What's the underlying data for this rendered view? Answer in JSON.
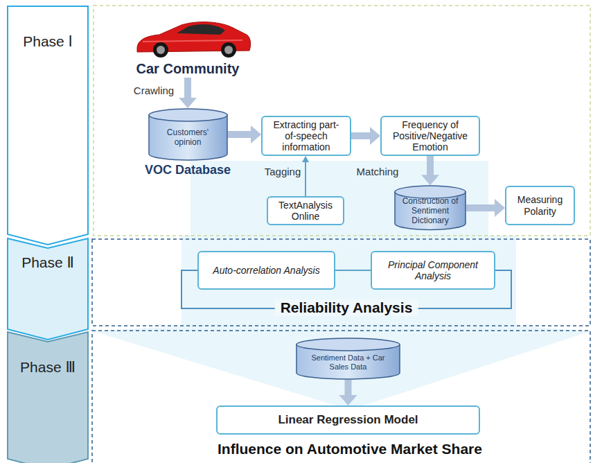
{
  "diagram": {
    "nodes": [
      {
        "text": [
          "Phase Ⅰ"
        ]
      },
      {
        "text": [
          "Car Community"
        ]
      },
      {
        "text": [
          "Customers' opinion",
          "VOC Database"
        ]
      },
      {
        "text": [
          "Extracting part-of-speech information"
        ]
      },
      {
        "text": [
          "Frequency of Positive/Negative Emotion"
        ]
      },
      {
        "text": [
          "TextAnalysis Online"
        ]
      },
      {
        "text": [
          "Construction of Sentiment Dictionary"
        ]
      },
      {
        "text": [
          "Measuring Polarity"
        ]
      },
      {
        "text": [
          "Phase Ⅱ"
        ]
      },
      {
        "text": [
          "Auto-correlation Analysis"
        ]
      },
      {
        "text": [
          "Principal Component Analysis"
        ]
      },
      {
        "text": [
          "Phase Ⅲ"
        ]
      },
      {
        "text": [
          "Sentiment Data + Car Sales Data"
        ]
      },
      {
        "text": [
          "Linear Regression Model"
        ]
      }
    ],
    "edges": [
      {
        "from": 1,
        "to": 2,
        "arrow": "to",
        "label": "Crawling"
      },
      {
        "from": 2,
        "to": 3,
        "arrow": "to"
      },
      {
        "from": 3,
        "to": 4,
        "arrow": "to"
      },
      {
        "from": 5,
        "to": 3,
        "arrow": "to",
        "label": "Tagging"
      },
      {
        "from": 4,
        "to": 6,
        "arrow": "to",
        "label": "Matching"
      },
      {
        "from": 6,
        "to": 7,
        "arrow": "to"
      },
      {
        "from": 9,
        "to": 10,
        "arrow": "none"
      },
      {
        "from": 9,
        "to": 10,
        "arrow": "none",
        "label": "Reliability Analysis"
      },
      {
        "from": 12,
        "to": 13,
        "arrow": "to"
      }
    ],
    "labels": [
      "Influence on Automotive Market Share"
    ]
  }
}
